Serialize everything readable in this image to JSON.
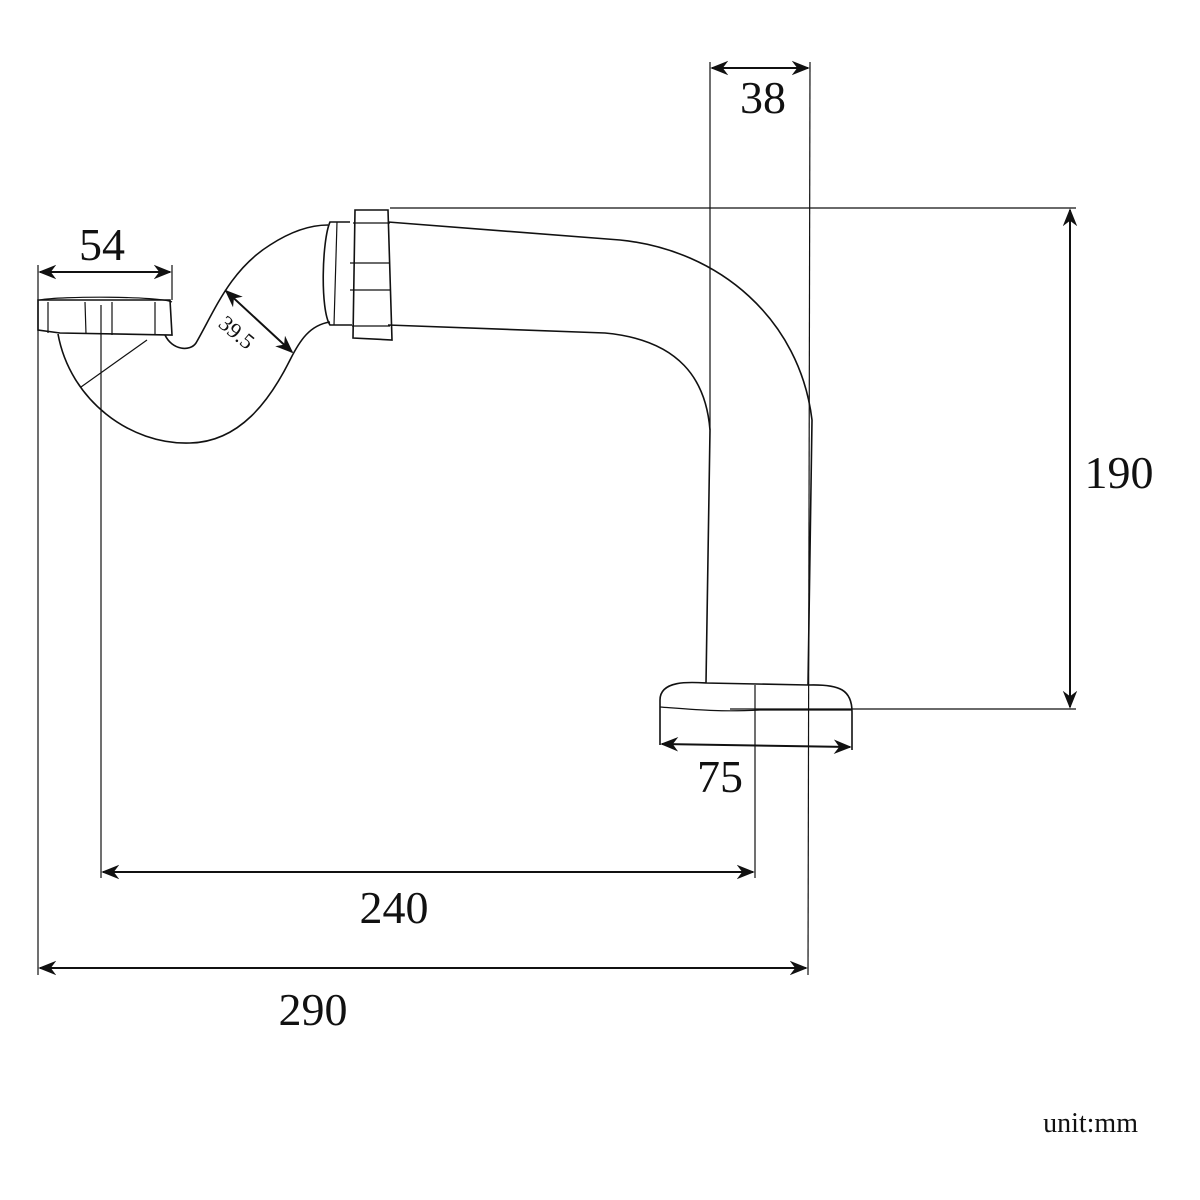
{
  "dimensions": {
    "pipe_diameter": "38",
    "inlet_width": "54",
    "trap_diameter": "39.5",
    "height": "190",
    "flange_width": "75",
    "center_distance": "240",
    "overall_length": "290"
  },
  "unit_label": "unit:mm"
}
